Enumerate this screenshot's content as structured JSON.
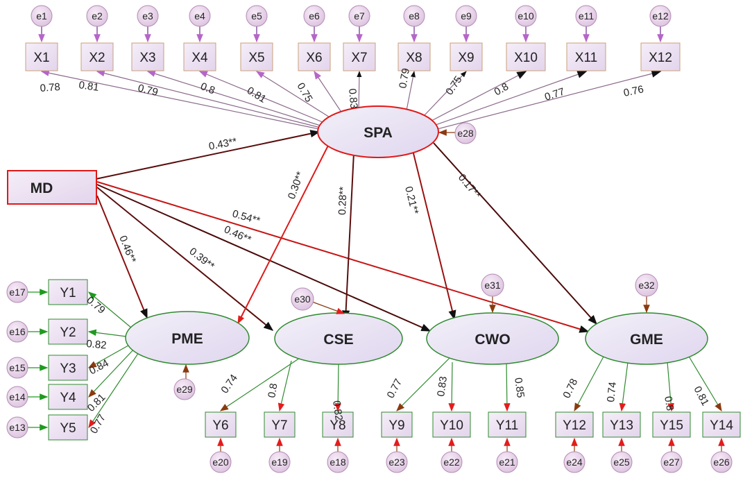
{
  "constructs": {
    "MD": "MD",
    "SPA": "SPA",
    "PME": "PME",
    "CSE": "CSE",
    "CWO": "CWO",
    "GME": "GME"
  },
  "spa_indicators": [
    {
      "label": "X1",
      "error": "e1",
      "loading": "0.78"
    },
    {
      "label": "X2",
      "error": "e2",
      "loading": "0.81"
    },
    {
      "label": "X3",
      "error": "e3",
      "loading": "0.79"
    },
    {
      "label": "X4",
      "error": "e4",
      "loading": "0.8"
    },
    {
      "label": "X5",
      "error": "e5",
      "loading": "0.81"
    },
    {
      "label": "X6",
      "error": "e6",
      "loading": "0.75"
    },
    {
      "label": "X7",
      "error": "e7",
      "loading": "0.83"
    },
    {
      "label": "X8",
      "error": "e8",
      "loading": "0.79"
    },
    {
      "label": "X9",
      "error": "e9",
      "loading": "0.75"
    },
    {
      "label": "X10",
      "error": "e10",
      "loading": "0.8"
    },
    {
      "label": "X11",
      "error": "e11",
      "loading": "0.77"
    },
    {
      "label": "X12",
      "error": "e12",
      "loading": "0.76"
    }
  ],
  "pme_indicators": [
    {
      "label": "Y1",
      "error": "e17",
      "loading": "0.79"
    },
    {
      "label": "Y2",
      "error": "e16",
      "loading": "0.82"
    },
    {
      "label": "Y3",
      "error": "e15",
      "loading": "0.84"
    },
    {
      "label": "Y4",
      "error": "e14",
      "loading": "0.81"
    },
    {
      "label": "Y5",
      "error": "e13",
      "loading": "0.77"
    }
  ],
  "bottom_indicators": [
    {
      "label": "Y6",
      "error": "e20",
      "loading": "0.74",
      "factor": "CSE"
    },
    {
      "label": "Y7",
      "error": "e19",
      "loading": "0.8",
      "factor": "CSE"
    },
    {
      "label": "Y8",
      "error": "e18",
      "loading": "0.82",
      "factor": "CSE"
    },
    {
      "label": "Y9",
      "error": "e23",
      "loading": "0.77",
      "factor": "CWO"
    },
    {
      "label": "Y10",
      "error": "e22",
      "loading": "0.83",
      "factor": "CWO"
    },
    {
      "label": "Y11",
      "error": "e21",
      "loading": "0.85",
      "factor": "CWO"
    },
    {
      "label": "Y12",
      "error": "e24",
      "loading": "0.78",
      "factor": "GME"
    },
    {
      "label": "Y13",
      "error": "e25",
      "loading": "0.74",
      "factor": "GME"
    },
    {
      "label": "Y15",
      "error": "e27",
      "loading": "0.8",
      "factor": "GME"
    },
    {
      "label": "Y14",
      "error": "e26",
      "loading": "0.81",
      "factor": "GME"
    }
  ],
  "latent_errors": {
    "SPA": "e28",
    "PME": "e29",
    "CSE": "e30",
    "CWO": "e31",
    "GME": "e32"
  },
  "structural_paths": [
    {
      "from": "MD",
      "to": "SPA",
      "coef": "0.43**"
    },
    {
      "from": "MD",
      "to": "PME",
      "coef": "0.46**"
    },
    {
      "from": "MD",
      "to": "CSE",
      "coef": "0.39**"
    },
    {
      "from": "MD",
      "to": "CWO",
      "coef": "0.46**"
    },
    {
      "from": "MD",
      "to": "GME",
      "coef": "0.54**"
    },
    {
      "from": "SPA",
      "to": "PME",
      "coef": "0.30**"
    },
    {
      "from": "SPA",
      "to": "CSE",
      "coef": "0.28**"
    },
    {
      "from": "SPA",
      "to": "CWO",
      "coef": "0.21**"
    },
    {
      "from": "SPA",
      "to": "GME",
      "coef": "0.17**"
    }
  ],
  "colors": {
    "box_fill": "#eadcf0",
    "ellipse_fill": "#e6e0f2",
    "error_fill": "#e9d3e9",
    "red": "#dd1a1a",
    "dark_red": "#6b0f0f",
    "green": "#2f8a2f",
    "purple": "#9a4fb5"
  }
}
